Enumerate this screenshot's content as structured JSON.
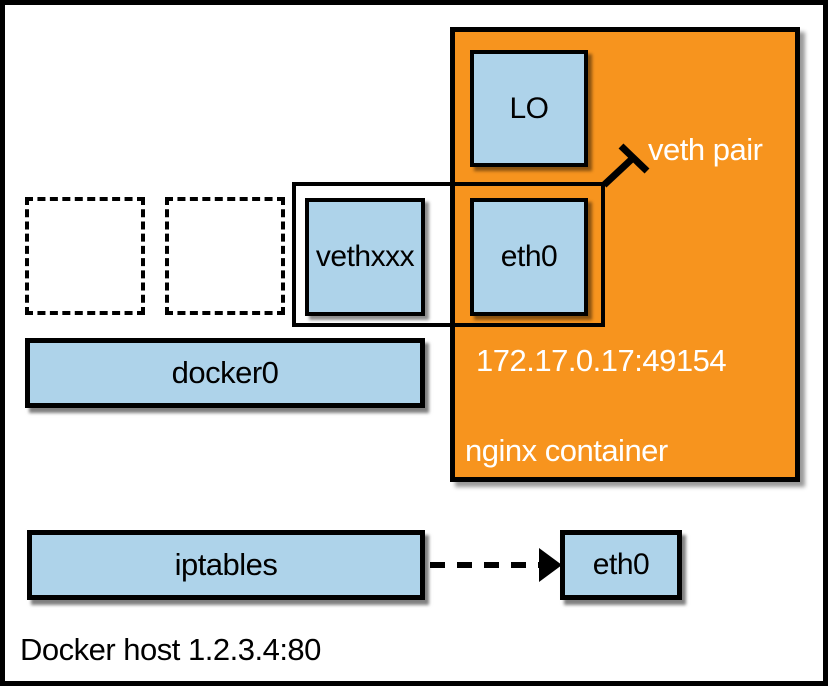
{
  "labels": {
    "lo": "LO",
    "container_eth0": "eth0",
    "vethxxx": "vethxxx",
    "veth_pair": "veth pair",
    "docker0": "docker0",
    "container_ip": "172.17.0.17:49154",
    "nginx_container": "nginx container",
    "iptables": "iptables",
    "host_eth0": "eth0",
    "docker_host": "Docker host 1.2.3.4:80"
  },
  "colors": {
    "box_blue": "#aed3ea",
    "container_orange": "#f7941e",
    "border_black": "#000000",
    "white_text": "#ffffff"
  }
}
